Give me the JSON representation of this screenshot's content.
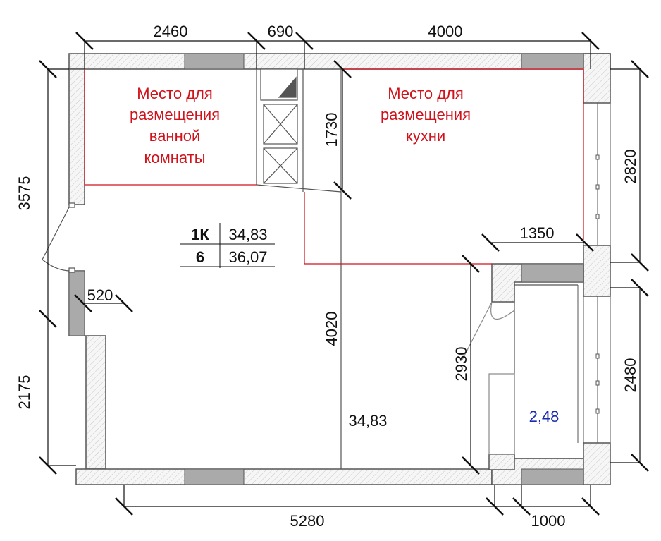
{
  "dimensions": {
    "top_left": "2460",
    "top_mid": "690",
    "top_right": "4000",
    "left_upper": "3575",
    "left_lower": "2175",
    "bathroom_height": "1730",
    "kitchen_right": "2820",
    "balcony_top": "1350",
    "hall_depth": "520",
    "room_height": "4020",
    "balcony_left": "2930",
    "balcony_right": "2480",
    "bottom_main": "5280",
    "bottom_balcony": "1000"
  },
  "zones": {
    "bathroom": [
      "Место для",
      "размещения",
      "ванной",
      "комнаты"
    ],
    "kitchen": [
      "Место для",
      "размещения",
      "кухни"
    ]
  },
  "apartment_table": {
    "type_label": "1К",
    "total_area": "34,83",
    "floor_label": "6",
    "total_with_balcony": "36,07"
  },
  "room_area": "34,83",
  "balcony_area": "2,48",
  "colors": {
    "wall": "#555555",
    "wall_fill": "#eeeeee",
    "wall_window": "#aaaaaa",
    "zone": "#d0121b",
    "balcony_text": "#1a2bb0"
  }
}
